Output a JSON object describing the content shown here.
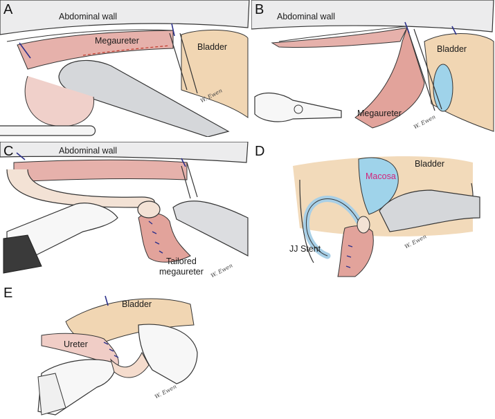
{
  "panels": {
    "a": {
      "letter": "A",
      "abdominal_wall": "Abdominal wall",
      "megaureter": "Megaureter",
      "bladder": "Bladder"
    },
    "b": {
      "letter": "B",
      "abdominal_wall": "Abdominal wall",
      "bladder": "Bladder",
      "megaureter": "Megaureter"
    },
    "c": {
      "letter": "C",
      "abdominal_wall": "Abdominal wall",
      "tailored_line1": "Tailored",
      "tailored_line2": "megaureter"
    },
    "d": {
      "letter": "D",
      "bladder": "Bladder",
      "mucosa": "Macosa",
      "jj_stent": "JJ Stent"
    },
    "e": {
      "letter": "E",
      "bladder": "Bladder",
      "ureter": "Ureter"
    }
  },
  "signature": "W. Ewen",
  "colors": {
    "wall": "#e9e9ea",
    "ureter": "#e2a39b",
    "bladder": "#f1d6b3",
    "mucosa": "#9fd3ea",
    "stent": "#a8cfe6",
    "instrument": "#d9d9dc",
    "suture": "#2b2f8a",
    "mucosa_label": "#d2237a"
  }
}
